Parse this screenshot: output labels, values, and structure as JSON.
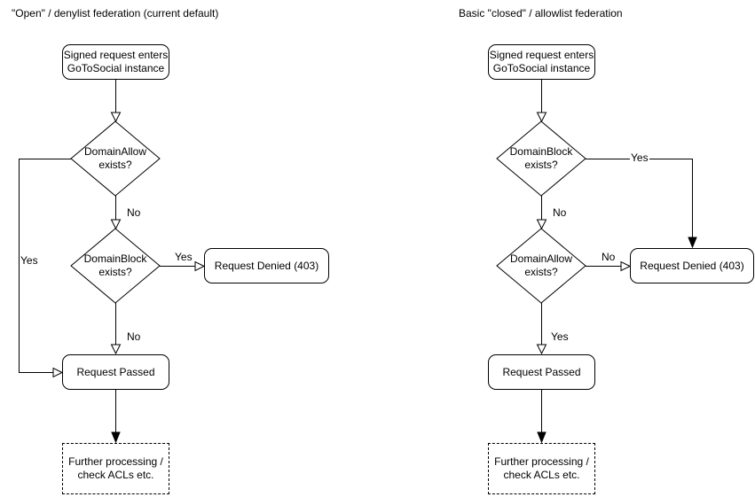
{
  "colors": {
    "stroke": "#000000",
    "background": "#ffffff",
    "text": "#000000"
  },
  "left": {
    "title": "\"Open\" / denylist federation (current default)",
    "nodes": {
      "start": "Signed request enters\nGoToSocial instance",
      "decision1": "DomainAllow\nexists?",
      "decision2": "DomainBlock\nexists?",
      "denied": "Request Denied (403)",
      "passed": "Request Passed",
      "further": "Further processing /\ncheck ACLs etc."
    },
    "edge_labels": {
      "decision1_no": "No",
      "decision1_yes": "Yes",
      "decision2_yes": "Yes",
      "decision2_no": "No"
    }
  },
  "right": {
    "title": "Basic \"closed\" / allowlist federation",
    "nodes": {
      "start": "Signed request enters\nGoToSocial instance",
      "decision1": "DomainBlock\nexists?",
      "decision2": "DomainAllow\nexists?",
      "denied": "Request Denied (403)",
      "passed": "Request Passed",
      "further": "Further processing /\ncheck ACLs etc."
    },
    "edge_labels": {
      "decision1_yes": "Yes",
      "decision1_no": "No",
      "decision2_no": "No",
      "decision2_yes": "Yes"
    }
  }
}
